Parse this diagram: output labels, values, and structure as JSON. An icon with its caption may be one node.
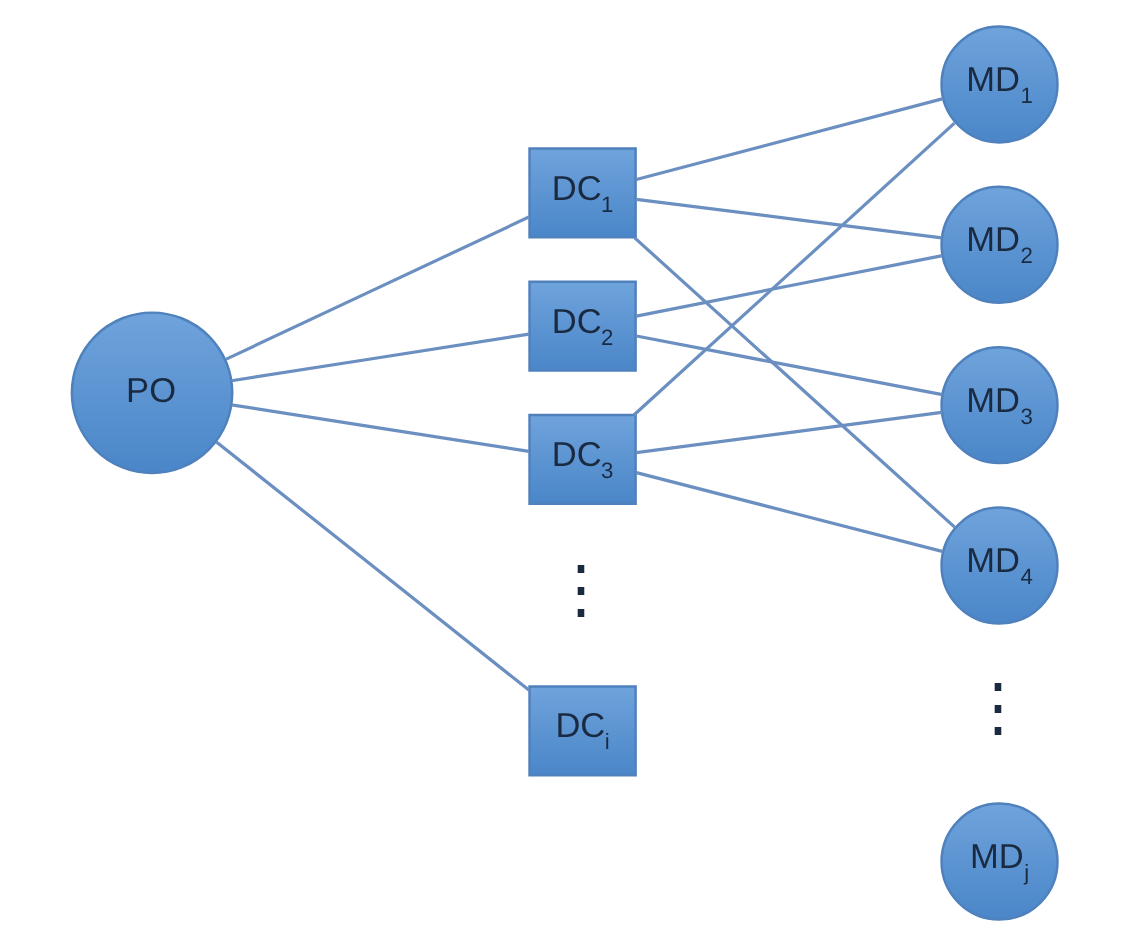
{
  "diagram": {
    "nodes": [
      {
        "text": [
          "PO"
        ]
      },
      {
        "text": [
          "DC$_{1}$"
        ]
      },
      {
        "text": [
          "DC$_{2}$"
        ]
      },
      {
        "text": [
          "DC$_{3}$"
        ]
      },
      {
        "text": [
          "DC$_{i}$"
        ]
      },
      {
        "text": [
          "MD$_{1}$"
        ]
      },
      {
        "text": [
          "MD$_{2}$"
        ]
      },
      {
        "text": [
          "MD$_{3}$"
        ]
      },
      {
        "text": [
          "MD$_{4}$"
        ]
      },
      {
        "text": [
          "MD$_{j}$"
        ]
      }
    ],
    "edges": [
      {
        "from": 0,
        "to": 1,
        "arrow": "none"
      },
      {
        "from": 0,
        "to": 2,
        "arrow": "none"
      },
      {
        "from": 0,
        "to": 3,
        "arrow": "none"
      },
      {
        "from": 0,
        "to": 4,
        "arrow": "none"
      },
      {
        "from": 1,
        "to": 5,
        "arrow": "none"
      },
      {
        "from": 1,
        "to": 6,
        "arrow": "none"
      },
      {
        "from": 1,
        "to": 8,
        "arrow": "none"
      },
      {
        "from": 2,
        "to": 6,
        "arrow": "none"
      },
      {
        "from": 2,
        "to": 7,
        "arrow": "none"
      },
      {
        "from": 3,
        "to": 5,
        "arrow": "none"
      },
      {
        "from": 3,
        "to": 7,
        "arrow": "none"
      },
      {
        "from": 3,
        "to": 8,
        "arrow": "none"
      }
    ],
    "labels": [
      "⋮",
      "⋮"
    ]
  }
}
